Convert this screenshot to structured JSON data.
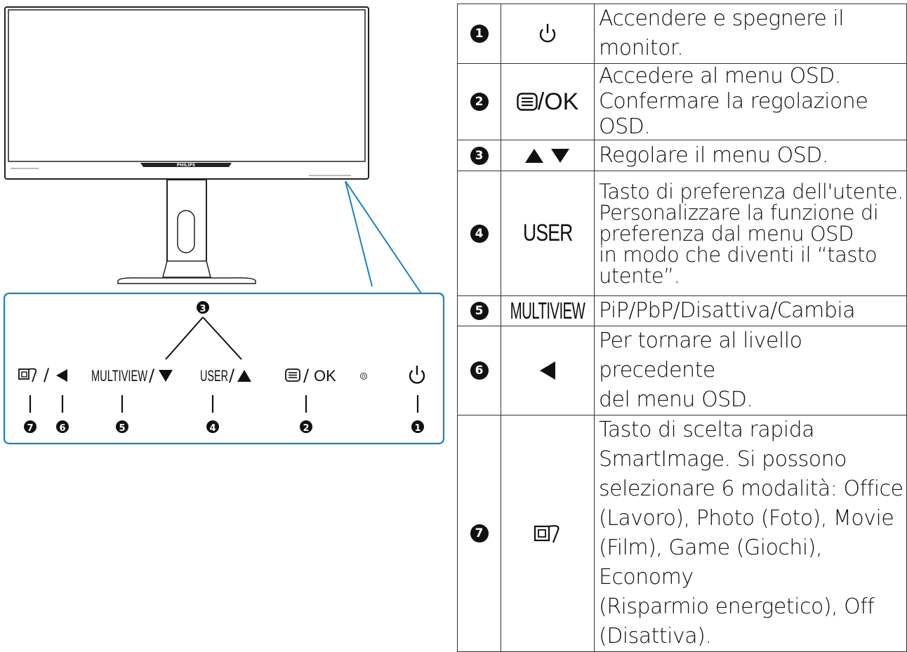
{
  "panel": {
    "brand": "PHILIPS",
    "button_labels": {
      "multiview": "MULTIVIEW",
      "user": "USER",
      "ok": "OK"
    },
    "callouts": [
      "7",
      "6",
      "5",
      "4",
      "2",
      "1",
      "3"
    ]
  },
  "table": {
    "rows": [
      {
        "num": "1",
        "icon": "power-icon",
        "desc": [
          "Accendere e spegnere il monitor."
        ]
      },
      {
        "num": "2",
        "icon": "menu-ok-icon",
        "icon_text": "OK",
        "desc": [
          "Accedere al menu OSD.",
          "Confermare la regolazione OSD."
        ]
      },
      {
        "num": "3",
        "icon": "up-down-arrows-icon",
        "desc": [
          "Regolare il menu OSD."
        ]
      },
      {
        "num": "4",
        "icon": "user-key",
        "icon_text": "USER",
        "desc": [
          "Tasto di preferenza dell'utente.",
          "Personalizzare la funzione di",
          "preferenza dal menu OSD",
          "in modo che diventi il “tasto",
          "utente”."
        ]
      },
      {
        "num": "5",
        "icon": "multiview-key",
        "icon_text": "MULTIVIEW",
        "desc": [
          "PiP/PbP/Disattiva/Cambia"
        ]
      },
      {
        "num": "6",
        "icon": "back-arrow-icon",
        "desc": [
          "Per tornare al livello precedente",
          "del menu OSD."
        ]
      },
      {
        "num": "7",
        "icon": "smartimage-icon",
        "desc": [
          "Tasto di scelta rapida",
          "SmartImage. Si possono",
          "selezionare 6 modalità: Office",
          "(Lavoro), Photo (Foto), Movie",
          "(Film), Game (Giochi), Economy",
          "(Risparmio energetico), Off",
          "(Disattiva)."
        ]
      }
    ]
  }
}
